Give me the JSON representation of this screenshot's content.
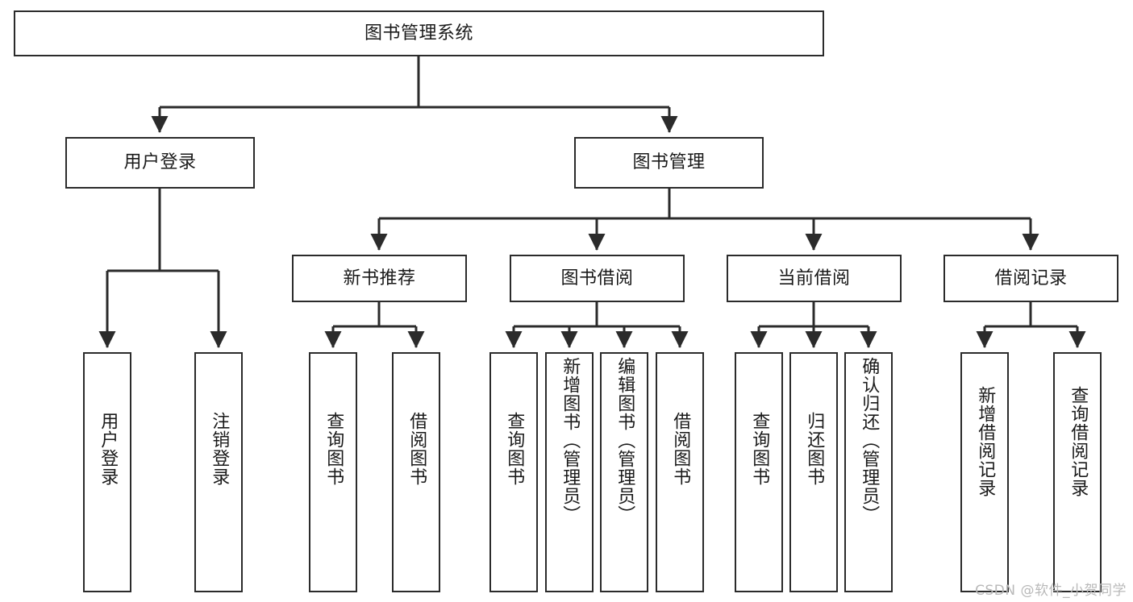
{
  "diagram": {
    "title": "图书管理系统",
    "type": "tree",
    "watermark": "CSDN @软件_小贺同学",
    "colors": {
      "background": "#ffffff",
      "node_fill": "#ffffff",
      "node_stroke": "#2b2b2b",
      "edge_stroke": "#2b2b2b",
      "text": "#1a1a1a",
      "watermark": "#b9b9b9"
    },
    "nodes": {
      "root": {
        "label": "图书管理系统"
      },
      "level2": [
        {
          "id": "user-login",
          "label": "用户登录"
        },
        {
          "id": "book-manage",
          "label": "图书管理"
        }
      ],
      "level3": [
        {
          "id": "new-book-rec",
          "label": "新书推荐"
        },
        {
          "id": "book-borrow",
          "label": "图书借阅"
        },
        {
          "id": "current-borrow",
          "label": "当前借阅"
        },
        {
          "id": "borrow-record",
          "label": "借阅记录"
        }
      ],
      "leaves": [
        {
          "id": "leaf-user-login",
          "label": "用户登录"
        },
        {
          "id": "leaf-logout-login",
          "label": "注销登录"
        },
        {
          "id": "leaf-query-book-1",
          "label": "查询图书"
        },
        {
          "id": "leaf-borrow-book-1",
          "label": "借阅图书"
        },
        {
          "id": "leaf-query-book-2",
          "label": "查询图书"
        },
        {
          "id": "leaf-add-book",
          "label": "新增图书（管理员）"
        },
        {
          "id": "leaf-edit-book",
          "label": "编辑图书（管理员）"
        },
        {
          "id": "leaf-borrow-book-2",
          "label": "借阅图书"
        },
        {
          "id": "leaf-query-book-3",
          "label": "查询图书"
        },
        {
          "id": "leaf-return-book",
          "label": "归还图书"
        },
        {
          "id": "leaf-confirm-return",
          "label": "确认归还（管理员）"
        },
        {
          "id": "leaf-add-record",
          "label": "新增借阅记录"
        },
        {
          "id": "leaf-query-record",
          "label": "查询借阅记录"
        }
      ]
    },
    "edges": [
      {
        "from": "root",
        "to": "user-login"
      },
      {
        "from": "root",
        "to": "book-manage"
      },
      {
        "from": "user-login",
        "to": "leaf-user-login"
      },
      {
        "from": "user-login",
        "to": "leaf-logout-login"
      },
      {
        "from": "book-manage",
        "to": "new-book-rec"
      },
      {
        "from": "book-manage",
        "to": "book-borrow"
      },
      {
        "from": "book-manage",
        "to": "current-borrow"
      },
      {
        "from": "book-manage",
        "to": "borrow-record"
      },
      {
        "from": "new-book-rec",
        "to": "leaf-query-book-1"
      },
      {
        "from": "new-book-rec",
        "to": "leaf-borrow-book-1"
      },
      {
        "from": "book-borrow",
        "to": "leaf-query-book-2"
      },
      {
        "from": "book-borrow",
        "to": "leaf-add-book"
      },
      {
        "from": "book-borrow",
        "to": "leaf-edit-book"
      },
      {
        "from": "book-borrow",
        "to": "leaf-borrow-book-2"
      },
      {
        "from": "current-borrow",
        "to": "leaf-query-book-3"
      },
      {
        "from": "current-borrow",
        "to": "leaf-return-book"
      },
      {
        "from": "current-borrow",
        "to": "leaf-confirm-return"
      },
      {
        "from": "borrow-record",
        "to": "leaf-add-record"
      },
      {
        "from": "borrow-record",
        "to": "leaf-query-record"
      }
    ]
  }
}
